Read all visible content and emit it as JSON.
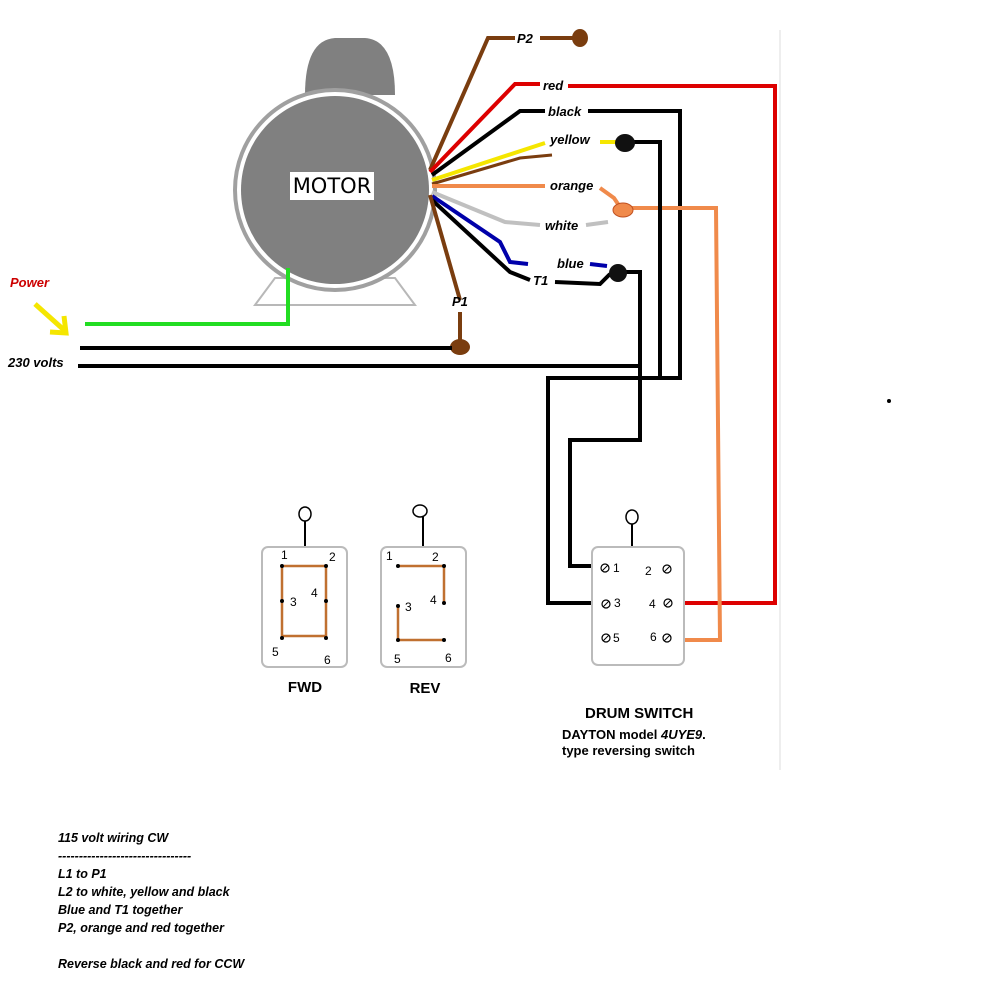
{
  "motor": {
    "label": "MOTOR"
  },
  "wires": {
    "p2": "P2",
    "red": "red",
    "black": "black",
    "yellow": "yellow",
    "orange": "orange",
    "white": "white",
    "blue": "blue",
    "t1": "T1",
    "p1": "P1"
  },
  "supply": {
    "power_label": "Power",
    "voltage_label": "230 volts"
  },
  "fwd_switch": {
    "label": "FWD",
    "terminals": [
      "1",
      "2",
      "3",
      "4",
      "5",
      "6"
    ]
  },
  "rev_switch": {
    "label": "REV",
    "terminals": [
      "1",
      "2",
      "3",
      "4",
      "5",
      "6"
    ]
  },
  "drum_switch": {
    "title": "DRUM SWITCH",
    "model_prefix": "DAYTON model ",
    "model": "4UYE9",
    "model_suffix": ".",
    "type": "type reversing switch",
    "terminals": [
      "1",
      "2",
      "3",
      "4",
      "5",
      "6"
    ]
  },
  "notes": {
    "heading": "115 volt wiring CW",
    "divider": "--------------------------------",
    "lines": [
      "L1 to P1",
      "L2 to white, yellow and black",
      "Blue and T1 together",
      "P2, orange and red together",
      "",
      "Reverse black and red for CCW"
    ]
  },
  "colors": {
    "motor_body": "#808080",
    "wire_red": "#dd0000",
    "wire_black": "#000000",
    "wire_yellow": "#f5e600",
    "wire_orange": "#f08a4b",
    "wire_white": "#c0c0c0",
    "wire_blue": "#0000aa",
    "wire_brown": "#7a3d0f",
    "wire_green": "#22dd22",
    "power_arrow": "#f5e600",
    "jumper": "#c07030"
  }
}
